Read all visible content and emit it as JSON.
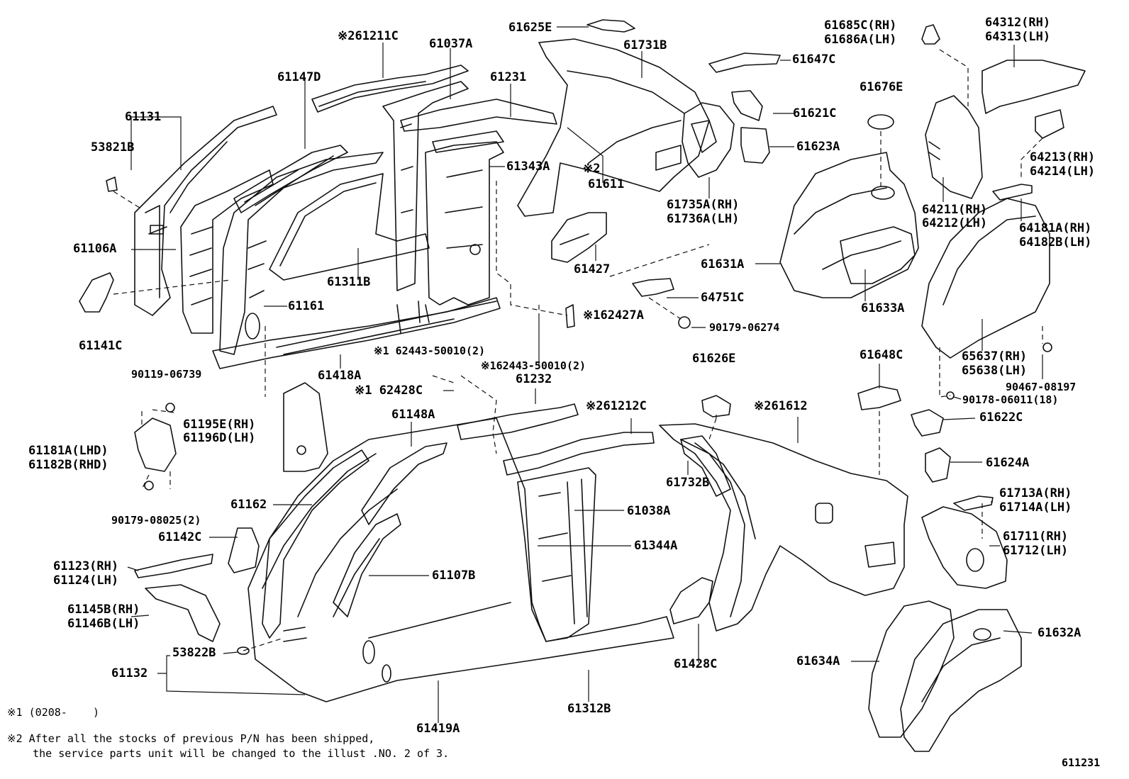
{
  "diagram": {
    "labels": {
      "p61131": "61131",
      "p53821B": "53821B",
      "p61147D": "61147D",
      "p61211C": "※261211C",
      "p61037A": "61037A",
      "p61625E": "61625E",
      "p61731B": "61731B",
      "p61231": "61231",
      "p61106A": "61106A",
      "p61311B": "61311B",
      "p61343A": "61343A",
      "p61611a": "※2",
      "p61611b": "61611",
      "p61161": "61161",
      "p61141C": "61141C",
      "p61418A": "61418A",
      "p61427": "61427",
      "p62427A": "※162427A",
      "p61685C": "61685C(RH)",
      "p61686A": "61686A(LH)",
      "p64312": "64312(RH)",
      "p64313": "64313(LH)",
      "p61647C": "61647C",
      "p61676E": "61676E",
      "p61621C": "61621C",
      "p61623A": "61623A",
      "p61735A": "61735A(RH)",
      "p61736A": "61736A(LH)",
      "p64213": "64213(RH)",
      "p64214": "64214(LH)",
      "p64211": "64211(RH)",
      "p64212": "64212(LH)",
      "p64181A": "64181A(RH)",
      "p64182B": "64182B(LH)",
      "p61631A": "61631A",
      "p64751C": "64751C",
      "p90179_06274": "90179-06274",
      "p61633A": "61633A",
      "p65637": "65637(RH)",
      "p65638": "65638(LH)",
      "p61648C": "61648C",
      "p90467": "90467-08197",
      "p90178": "90178-06011(18)",
      "p62443a": "※1 62443-50010(2)",
      "p62443b": "※162443-50010(2)",
      "p62428C": "※1 62428C",
      "p61232": "61232",
      "p61626E": "61626E",
      "p61212C": "※261212C",
      "p61612": "※261612",
      "p90119": "90119-06739",
      "p61195E": "61195E(RH)",
      "p61196D": "61196D(LH)",
      "p61148A": "61148A",
      "p61622C": "61622C",
      "p61181A": "61181A(LHD)",
      "p61182B": "61182B(RHD)",
      "p61624A": "61624A",
      "p61732B": "61732B",
      "p61713A": "61713A(RH)",
      "p61714A": "61714A(LH)",
      "p61162": "61162",
      "p61038A": "61038A",
      "p90179_08025": "90179-08025(2)",
      "p61142C": "61142C",
      "p61344A": "61344A",
      "p61711": "61711(RH)",
      "p61712": "61712(LH)",
      "p61123": "61123(RH)",
      "p61124": "61124(LH)",
      "p61107B": "61107B",
      "p61145B": "61145B(RH)",
      "p61146B": "61146B(LH)",
      "p61632A": "61632A",
      "p53822B": "53822B",
      "p61428C": "61428C",
      "p61634A": "61634A",
      "p61132": "61132",
      "p61312B": "61312B",
      "p61419A": "61419A"
    },
    "notes": {
      "note1": "※1 (0208-    )",
      "note2_line1": "※2 After all the stocks of previous P/N has been shipped,",
      "note2_line2": "    the service parts unit will be changed to the illust .NO. 2 of 3.",
      "ref": "611231"
    }
  }
}
